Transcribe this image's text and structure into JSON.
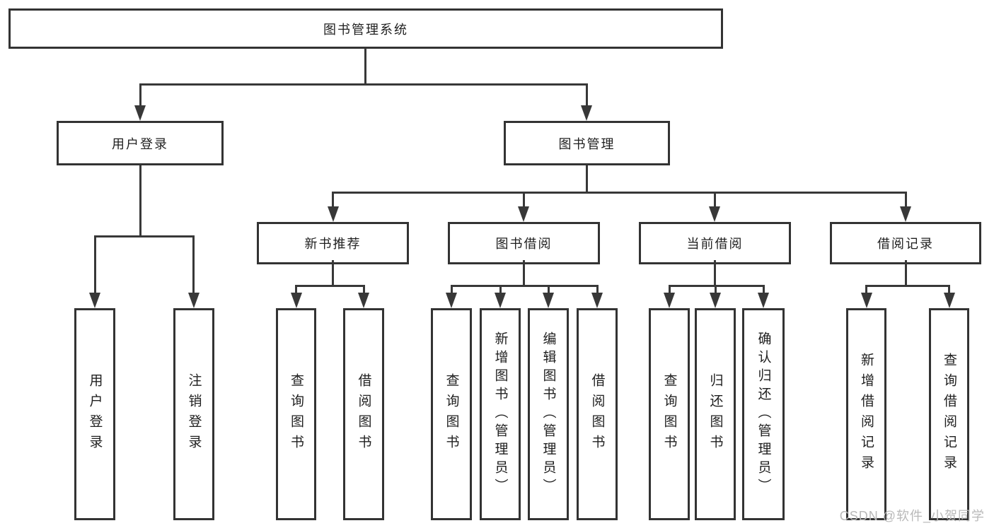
{
  "diagram_title": "图书管理系统",
  "tree": {
    "root": {
      "label": "图书管理系统",
      "children": [
        {
          "label": "用户登录",
          "children": [
            {
              "label": "用户登录"
            },
            {
              "label": "注销登录"
            }
          ]
        },
        {
          "label": "图书管理",
          "children": [
            {
              "label": "新书推荐",
              "children": [
                {
                  "label": "查询图书"
                },
                {
                  "label": "借阅图书"
                }
              ]
            },
            {
              "label": "图书借阅",
              "children": [
                {
                  "label": "查询图书"
                },
                {
                  "label": "新增图书（管理员）"
                },
                {
                  "label": "编辑图书（管理员）"
                },
                {
                  "label": "借阅图书"
                }
              ]
            },
            {
              "label": "当前借阅",
              "children": [
                {
                  "label": "查询图书"
                },
                {
                  "label": "归还图书"
                },
                {
                  "label": "确认归还（管理员）"
                }
              ]
            },
            {
              "label": "借阅记录",
              "children": [
                {
                  "label": "新增借阅记录"
                },
                {
                  "label": "查询借阅记录"
                }
              ]
            }
          ]
        }
      ]
    }
  },
  "watermark": {
    "text": "CSDN @软件_小贺同学"
  },
  "colors": {
    "line": "#383838",
    "border": "#333333",
    "text": "#1f1f1f",
    "watermark": "#b9b9b9",
    "background": "#ffffff"
  }
}
